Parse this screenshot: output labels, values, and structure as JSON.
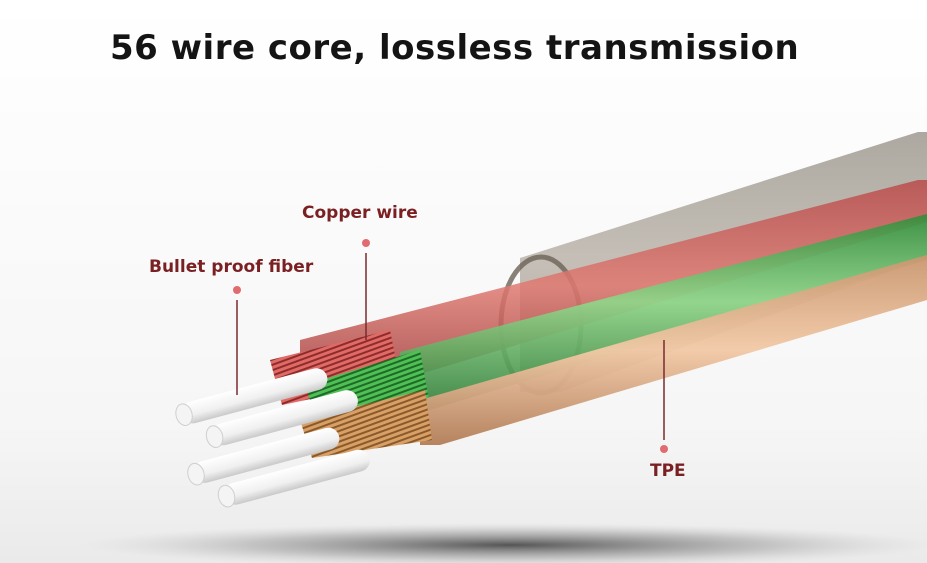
{
  "headline": "56 wire core, lossless transmission",
  "labels": {
    "copper_wire": "Copper wire",
    "bullet_proof_fiber": "Bullet proof fiber",
    "tpe": "TPE"
  },
  "colors": {
    "label_text": "#7a1f22",
    "leader_line": "#7a2a2e",
    "leader_dot": "#e06c72",
    "headline_text": "#141414"
  }
}
